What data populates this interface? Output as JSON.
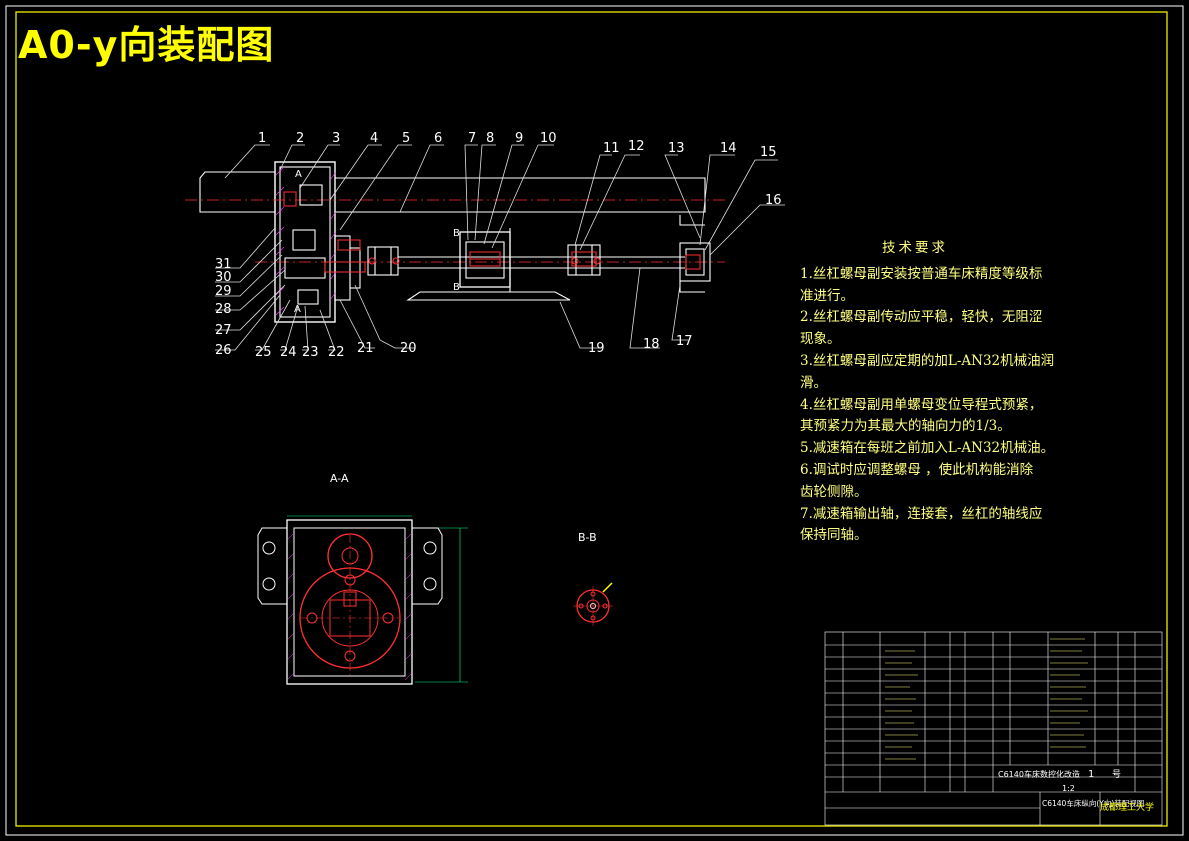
{
  "drawing": {
    "title": "A0-y向装配图",
    "section_aa_label": "A-A",
    "section_bb_label": "B-B",
    "section_marks": [
      "A",
      "A",
      "B",
      "B"
    ],
    "callouts": [
      "1",
      "2",
      "3",
      "4",
      "5",
      "6",
      "7",
      "8",
      "9",
      "10",
      "11",
      "12",
      "13",
      "14",
      "15",
      "16",
      "17",
      "18",
      "19",
      "20",
      "21",
      "22",
      "23",
      "24",
      "25",
      "26",
      "27",
      "28",
      "29",
      "30",
      "31"
    ]
  },
  "requirements": {
    "title": "技术要求",
    "lines": [
      "1.丝杠螺母副安装按普通车床精度等级标",
      "准进行。",
      "2.丝杠螺母副传动应平稳，轻快，无阻涩",
      "现象。",
      "3.丝杠螺母副应定期的加L-AN32机械油润",
      "滑。",
      "4.丝杠螺母副用单螺母变位导程式预紧，",
      "其预紧力为其最大的轴向力的1/3。",
      "5.减速箱在每班之前加入L-AN32机械油。",
      "6.调试时应调整螺母 ，使此机构能消除",
      "齿轮侧隙。",
      "7.减速箱输出轴，连接套，丝杠的轴线应",
      "保持同轴。"
    ]
  },
  "title_block": {
    "drawing_name": "C6140车床纵向(Y向)装配视图",
    "project": "C6140车床数控化改造",
    "sheet_no": "1",
    "sheet_unit": "号",
    "scale": "1:2",
    "university": "成都理工大学"
  },
  "colors": {
    "outline": "#ffffff",
    "section_red": "#ff3030",
    "leader": "#e0e0e0",
    "text_yellow": "#ffff80",
    "frame_yellow": "#ffff00",
    "hatch": "#ff40ff",
    "center": "#ff0000",
    "dim_green": "#00ff88"
  }
}
